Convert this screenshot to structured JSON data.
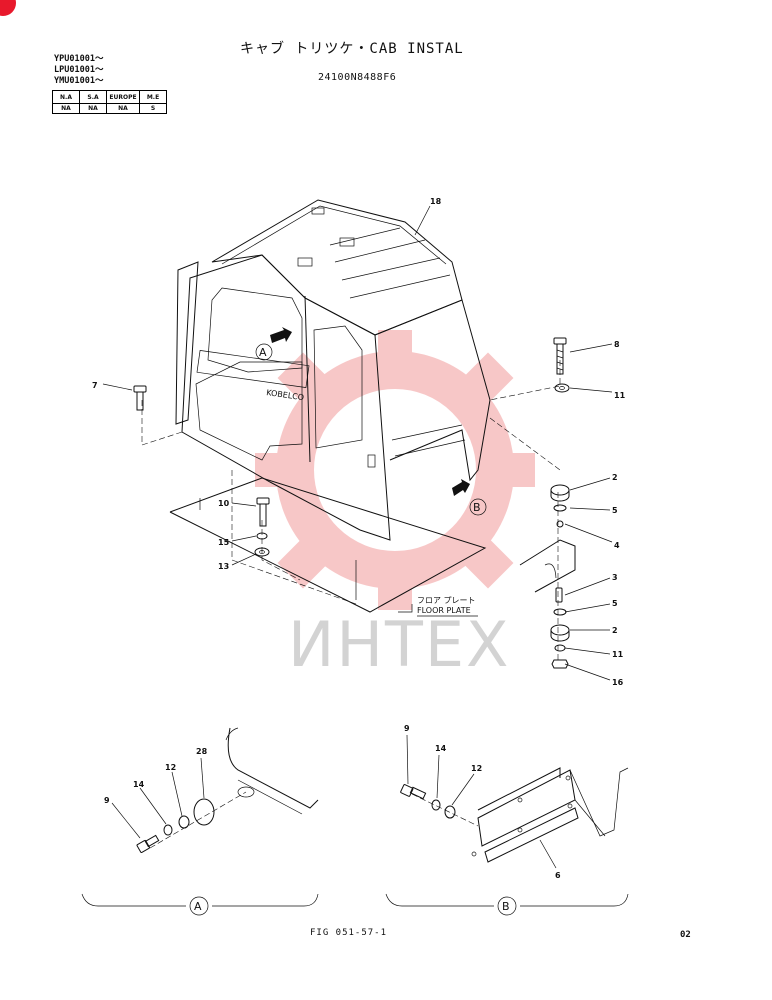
{
  "header": {
    "title": "キャブ トリツケ・CAB INSTAL",
    "part_number": "24100N8488F6",
    "serials": [
      "YPU01001～",
      "LPU01001～",
      "YMU01001～"
    ]
  },
  "region_table": {
    "headers": [
      "N.A",
      "S.A",
      "EUROPE",
      "M.E"
    ],
    "values": [
      "NA",
      "NA",
      "NA",
      "S"
    ]
  },
  "callouts": {
    "main": [
      "18",
      "8",
      "11",
      "7",
      "2",
      "5",
      "4",
      "10",
      "15",
      "13",
      "3",
      "5",
      "2",
      "11",
      "16"
    ],
    "detail_a": [
      "9",
      "14",
      "12",
      "28"
    ],
    "detail_b": [
      "9",
      "14",
      "12",
      "6"
    ]
  },
  "annotations": {
    "floor_plate_jp": "フロア プレート",
    "floor_plate_en": "FLOOR PLATE",
    "detail_a_letter": "A",
    "detail_b_letter": "B",
    "cab_brand": "KOBELCO"
  },
  "watermark": "ИНТЕХ",
  "footer": {
    "figure": "FIG 051-57-1",
    "page": "02"
  }
}
